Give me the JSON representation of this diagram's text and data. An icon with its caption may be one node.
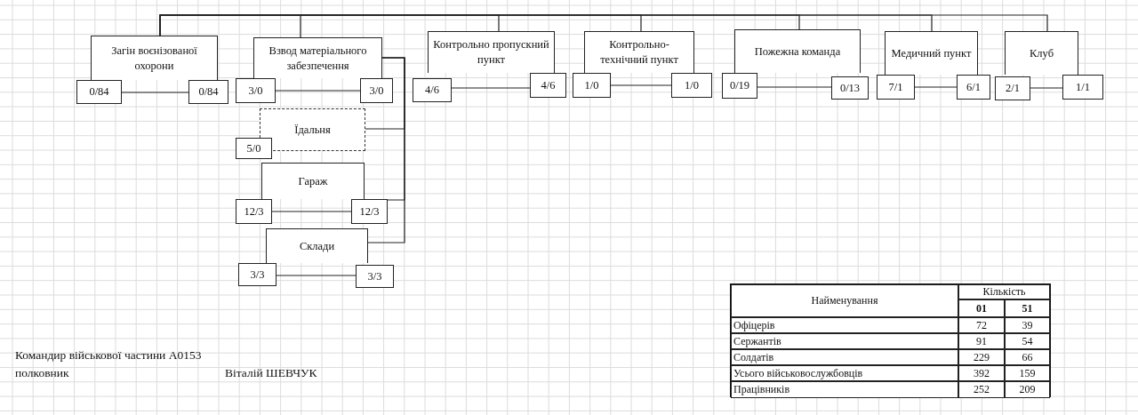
{
  "diagram": {
    "nodes": [
      {
        "text": [
          "Загін воєнізованої охорони"
        ]
      },
      {
        "text": [
          "0/84"
        ]
      },
      {
        "text": [
          "0/84"
        ]
      },
      {
        "text": [
          "Взвод матеріального забезпечення"
        ]
      },
      {
        "text": [
          "3/0"
        ]
      },
      {
        "text": [
          "3/0"
        ]
      },
      {
        "text": [
          "Їдальня"
        ]
      },
      {
        "text": [
          "5/0"
        ]
      },
      {
        "text": [
          "Гараж"
        ]
      },
      {
        "text": [
          "12/3"
        ]
      },
      {
        "text": [
          "12/3"
        ]
      },
      {
        "text": [
          "Склади"
        ]
      },
      {
        "text": [
          "3/3"
        ]
      },
      {
        "text": [
          "3/3"
        ]
      },
      {
        "text": [
          "Контрольно пропускний пункт"
        ]
      },
      {
        "text": [
          "4/6"
        ]
      },
      {
        "text": [
          "4/6"
        ]
      },
      {
        "text": [
          "Контрольно-технічний пункт"
        ]
      },
      {
        "text": [
          "1/0"
        ]
      },
      {
        "text": [
          "1/0"
        ]
      },
      {
        "text": [
          "Пожежна команда"
        ]
      },
      {
        "text": [
          "0/19"
        ]
      },
      {
        "text": [
          "0/13"
        ]
      },
      {
        "text": [
          "Медичний пункт"
        ]
      },
      {
        "text": [
          "7/1"
        ]
      },
      {
        "text": [
          "6/1"
        ]
      },
      {
        "text": [
          "Клуб"
        ]
      },
      {
        "text": [
          "2/1"
        ]
      },
      {
        "text": [
          "1/1"
        ]
      }
    ],
    "edges": [
      {
        "from": 0,
        "to": 3,
        "arrow": "none"
      },
      {
        "from": 0,
        "to": 14,
        "arrow": "none"
      },
      {
        "from": 0,
        "to": 17,
        "arrow": "none"
      },
      {
        "from": 0,
        "to": 20,
        "arrow": "none"
      },
      {
        "from": 0,
        "to": 23,
        "arrow": "none"
      },
      {
        "from": 0,
        "to": 26,
        "arrow": "none"
      },
      {
        "from": 3,
        "to": 6,
        "arrow": "none"
      },
      {
        "from": 3,
        "to": 8,
        "arrow": "none"
      },
      {
        "from": 3,
        "to": 11,
        "arrow": "none"
      },
      {
        "from": 1,
        "to": 2,
        "arrow": "none"
      },
      {
        "from": 4,
        "to": 5,
        "arrow": "none"
      },
      {
        "from": 9,
        "to": 10,
        "arrow": "none"
      },
      {
        "from": 12,
        "to": 13,
        "arrow": "none"
      },
      {
        "from": 15,
        "to": 16,
        "arrow": "none"
      },
      {
        "from": 18,
        "to": 19,
        "arrow": "none"
      },
      {
        "from": 21,
        "to": 22,
        "arrow": "none"
      },
      {
        "from": 24,
        "to": 25,
        "arrow": "none"
      },
      {
        "from": 27,
        "to": 28,
        "arrow": "none"
      }
    ],
    "labels": [
      "Найменування",
      "Кількість",
      "01",
      "51",
      "Офіцерів",
      "72",
      "39",
      "Сержантів",
      "91",
      "54",
      "Солдатів",
      "229",
      "66",
      "Усього військовослужбовців",
      "392",
      "159",
      "Працівників",
      "252",
      "209",
      "Командир військової частини А0153",
      "полковник",
      "Віталій ШЕВЧУК"
    ]
  }
}
